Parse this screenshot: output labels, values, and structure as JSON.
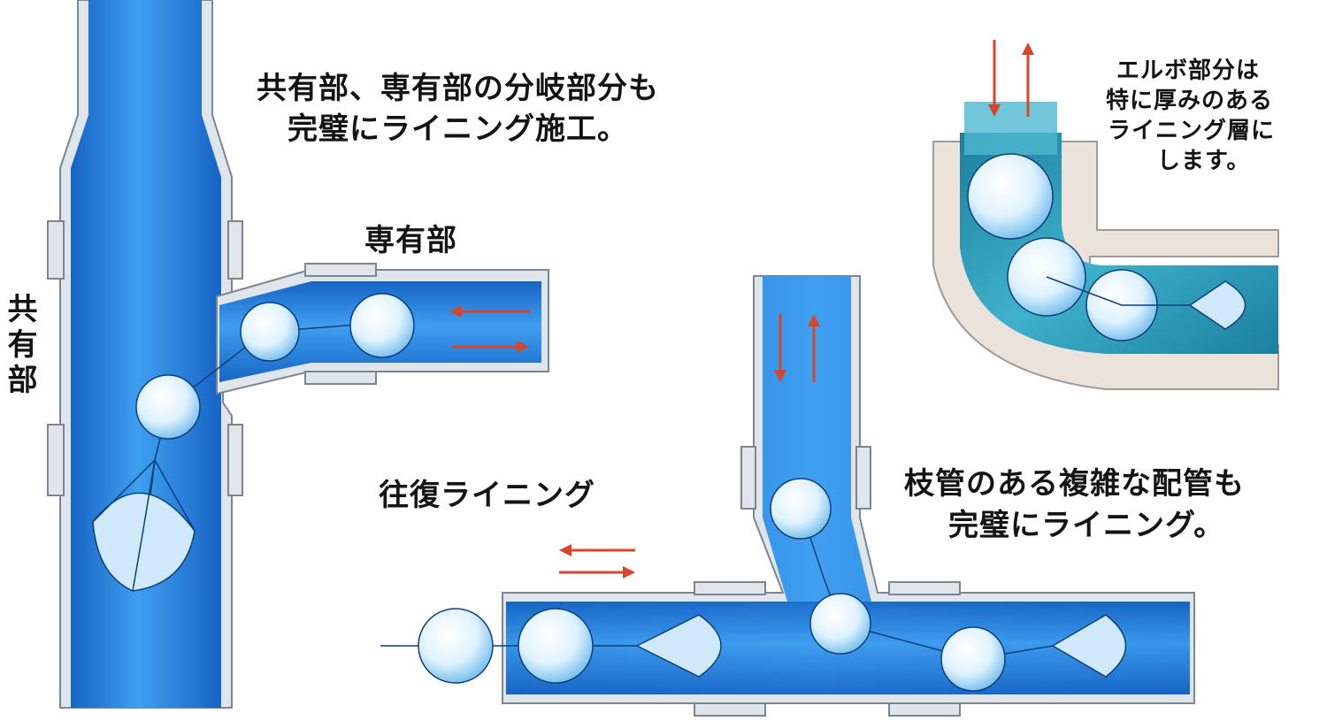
{
  "labels": {
    "title_common": [
      "共有部、専有部の分岐部分も",
      "完璧にライニング施工。"
    ],
    "common_part": "共有部",
    "private_part": "専有部",
    "round_trip": "往復ライニング",
    "branch_note": [
      "枝管のある複雑な配管も",
      "完璧にライニング。"
    ],
    "elbow_note": [
      "エルボ部分は",
      "特に厚みのある",
      "ライニング層に",
      "します。"
    ]
  },
  "colors": {
    "pipe_blue": "#1e7fd6",
    "pipe_highlight": "#5fb3f0",
    "pipe_wall": "#cfd8de",
    "elbow_teal": "#2b9bb5",
    "elbow_wall": "#e8dcd6",
    "arrow_red": "#d8452a",
    "ball_light": "#e8f6ff"
  },
  "icons": [
    "left-arrow-icon",
    "right-arrow-icon",
    "down-arrow-icon",
    "up-arrow-icon"
  ]
}
